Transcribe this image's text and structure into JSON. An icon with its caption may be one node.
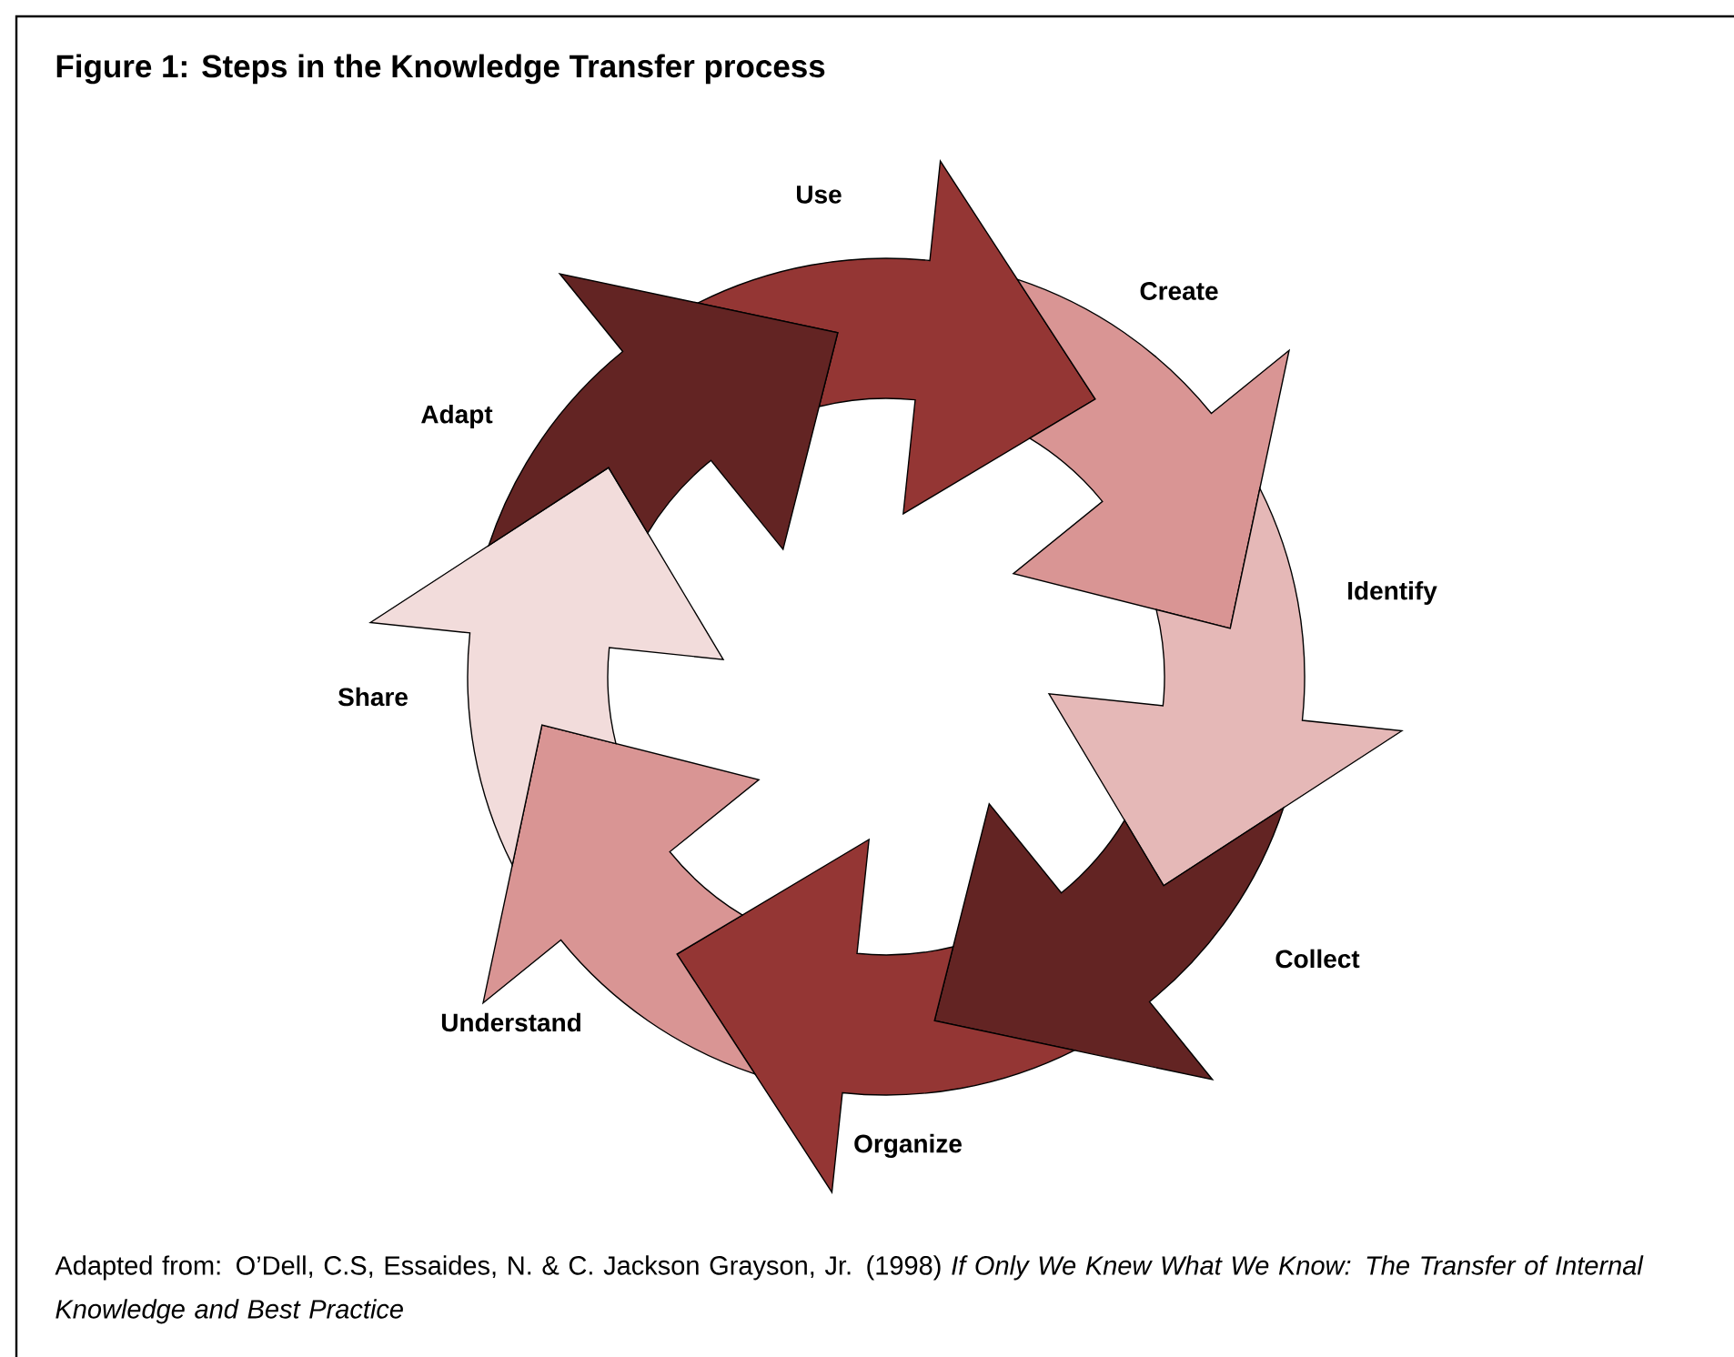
{
  "diagram": {
    "title": "Figure 1: Steps in the Knowledge Transfer process",
    "nodes": [
      {
        "text": [
          "Use"
        ]
      },
      {
        "text": [
          "Create"
        ]
      },
      {
        "text": [
          "Identify"
        ]
      },
      {
        "text": [
          "Collect"
        ]
      },
      {
        "text": [
          "Organize"
        ]
      },
      {
        "text": [
          "Understand"
        ]
      },
      {
        "text": [
          "Share"
        ]
      },
      {
        "text": [
          "Adapt"
        ]
      }
    ],
    "edges": [
      {
        "from": 0,
        "to": 1,
        "arrow": "to"
      },
      {
        "from": 1,
        "to": 2,
        "arrow": "to"
      },
      {
        "from": 2,
        "to": 3,
        "arrow": "to"
      },
      {
        "from": 3,
        "to": 4,
        "arrow": "to"
      },
      {
        "from": 4,
        "to": 5,
        "arrow": "to"
      },
      {
        "from": 5,
        "to": 6,
        "arrow": "to"
      },
      {
        "from": 6,
        "to": 7,
        "arrow": "to"
      },
      {
        "from": 7,
        "to": 0,
        "arrow": "to"
      }
    ],
    "caption": "Adapted from: O’Dell, C.S, Essaides, N. & C. Jackson Grayson, Jr. (1998) *If Only We Knew What We Know: The Transfer of Internal Knowledge and Best Practice*"
  }
}
